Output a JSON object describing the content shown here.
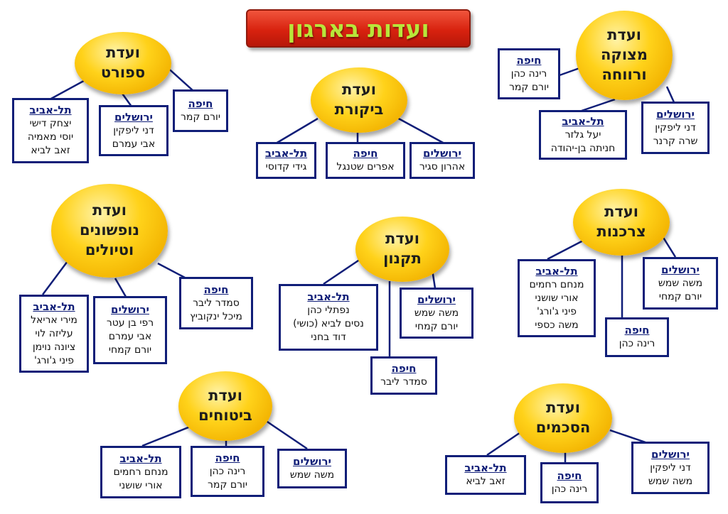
{
  "title": "ועדות בארגון",
  "committees": {
    "sport": {
      "name": "ועדת\nספורט",
      "tel_aviv": {
        "city": "תל-אביב",
        "members": "יצחק דישי\nיוסי מאמיה\nזאב לביא"
      },
      "jerusalem": {
        "city": "ירושלים",
        "members": "דני ליפקין\nאבי עמרם"
      },
      "haifa": {
        "city": "חיפה",
        "members": "יורם קמר"
      }
    },
    "audit": {
      "name": "ועדת\nביקורת",
      "tel_aviv": {
        "city": "תל-אביב",
        "members": "גידי קדוסי"
      },
      "haifa": {
        "city": "חיפה",
        "members": "אפרים שטנגל"
      },
      "jerusalem": {
        "city": "ירושלים",
        "members": "אהרון סגיר"
      }
    },
    "distress": {
      "name": "ועדת\nמצוקה\nורווחה",
      "haifa": {
        "city": "חיפה",
        "members": "רינה כהן\nיורם קמר"
      },
      "tel_aviv": {
        "city": "תל-אביב",
        "members": "יעל גלזר\nחניתה בן-יהודה"
      },
      "jerusalem": {
        "city": "ירושלים",
        "members": "דני ליפקין\nשרה קרנר"
      }
    },
    "hiking": {
      "name": "ועדת\nנופשונים\nוטיולים",
      "tel_aviv": {
        "city": "תל-אביב",
        "members": "מירי אריאל\nעליזה לוי\nציונה נוימן\nפיני ג'ורג'"
      },
      "jerusalem": {
        "city": "ירושלים",
        "members": "רפי בן עטר\nאבי עמרם\nיורם קמחי"
      },
      "haifa": {
        "city": "חיפה",
        "members": "סמדר ליבר\nמיכל ינקוביץ"
      }
    },
    "bylaws": {
      "name": "ועדת\nתקנון",
      "tel_aviv": {
        "city": "תל-אביב",
        "members": "נפתלי כהן\nנסים לביא (כושי)\nדוד בחני"
      },
      "jerusalem": {
        "city": "ירושלים",
        "members": "משה שמש\nיורם קמחי"
      },
      "haifa": {
        "city": "חיפה",
        "members": "סמדר ליבר"
      }
    },
    "consumer": {
      "name": "ועדת\nצרכנות",
      "tel_aviv": {
        "city": "תל-אביב",
        "members": "מנחם רחמים\nאורי שושני\nפיני ג'ורג'\nמשה כספי"
      },
      "jerusalem": {
        "city": "ירושלים",
        "members": "משה שמש\nיורם קמחי"
      },
      "haifa": {
        "city": "חיפה",
        "members": "רינה כהן"
      }
    },
    "insurance": {
      "name": "ועדת\nביטוחים",
      "tel_aviv": {
        "city": "תל-אביב",
        "members": "מנחם רחמים\nאורי שושני"
      },
      "haifa": {
        "city": "חיפה",
        "members": "רינה כהן\nיורם קמר"
      },
      "jerusalem": {
        "city": "ירושלים",
        "members": "משה שמש"
      }
    },
    "agreements": {
      "name": "ועדת\nהסכמים",
      "tel_aviv": {
        "city": "תל-אביב",
        "members": "זאב לביא"
      },
      "haifa": {
        "city": "חיפה",
        "members": "רינה כהן"
      },
      "jerusalem": {
        "city": "ירושלים",
        "members": "דני ליפקין\nמשה שמש"
      }
    }
  },
  "colors": {
    "box_border": "#101e78",
    "connector": "#101e78",
    "ellipse_fill": "#ffd21a",
    "title_fill": "#d8220f",
    "title_text": "#b8e63a"
  }
}
